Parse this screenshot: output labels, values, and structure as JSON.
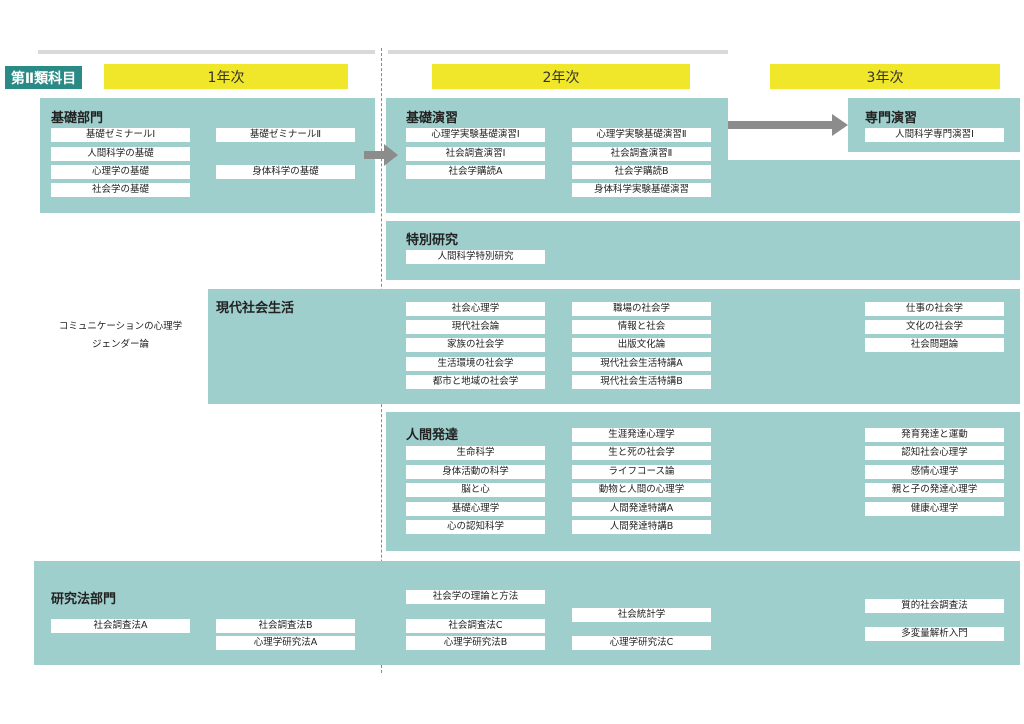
{
  "colors": {
    "badge": "#2a8a85",
    "year": "#f0e62a",
    "panel": "#9fcfcc",
    "arrow": "#8c8c8c"
  },
  "header": {
    "badge": "第Ⅱ類科目",
    "years": [
      "1年次",
      "2年次",
      "3年次"
    ]
  },
  "sections": {
    "kiso_bumon": {
      "title": "基礎部門",
      "cols": {
        "c1": [
          "基礎ゼミナールⅠ",
          "人間科学の基礎",
          "心理学の基礎",
          "社会学の基礎"
        ],
        "c2": [
          "基礎ゼミナールⅡ",
          "身体科学の基礎"
        ]
      }
    },
    "kiso_enshu": {
      "title": "基礎演習",
      "cols": {
        "c3": [
          "心理学実験基礎演習Ⅰ",
          "社会調査演習Ⅰ",
          "社会学購読A"
        ],
        "c4": [
          "心理学実験基礎演習Ⅱ",
          "社会調査演習Ⅱ",
          "社会学購読B",
          "身体科学実験基礎演習"
        ]
      }
    },
    "senmon_enshu": {
      "title": "専門演習",
      "cols": {
        "c5": [
          "人間科学専門演習Ⅰ"
        ]
      }
    },
    "tokubetsu": {
      "title": "特別研究",
      "cols": {
        "c3": [
          "人間科学特別研究"
        ]
      }
    },
    "gendai": {
      "title": "現代社会生活",
      "cols": {
        "c1": [
          "コミュニケーションの心理学",
          "ジェンダー論"
        ],
        "c3": [
          "社会心理学",
          "現代社会論",
          "家族の社会学",
          "生活環境の社会学",
          "都市と地域の社会学"
        ],
        "c4": [
          "職場の社会学",
          "情報と社会",
          "出版文化論",
          "現代社会生活特講A",
          "現代社会生活特講B"
        ],
        "c5": [
          "仕事の社会学",
          "文化の社会学",
          "社会問題論"
        ]
      }
    },
    "ningen": {
      "title": "人間発達",
      "cols": {
        "c3": [
          "生命科学",
          "身体活動の科学",
          "脳と心",
          "基礎心理学",
          "心の認知科学"
        ],
        "c4": [
          "生涯発達心理学",
          "生と死の社会学",
          "ライフコース論",
          "動物と人間の心理学",
          "人間発達特講A",
          "人間発達特講B"
        ],
        "c5": [
          "発育発達と運動",
          "認知社会心理学",
          "感情心理学",
          "親と子の発達心理学",
          "健康心理学"
        ]
      }
    },
    "kenkyuho": {
      "title": "研究法部門",
      "cols": {
        "c1": [
          "社会調査法A"
        ],
        "c2": [
          "社会調査法B",
          "心理学研究法A"
        ],
        "c3": [
          "社会学の理論と方法",
          "社会調査法C",
          "心理学研究法B"
        ],
        "c4": [
          "社会統計学",
          "心理学研究法C"
        ],
        "c5": [
          "質的社会調査法",
          "多変量解析入門"
        ]
      }
    }
  }
}
